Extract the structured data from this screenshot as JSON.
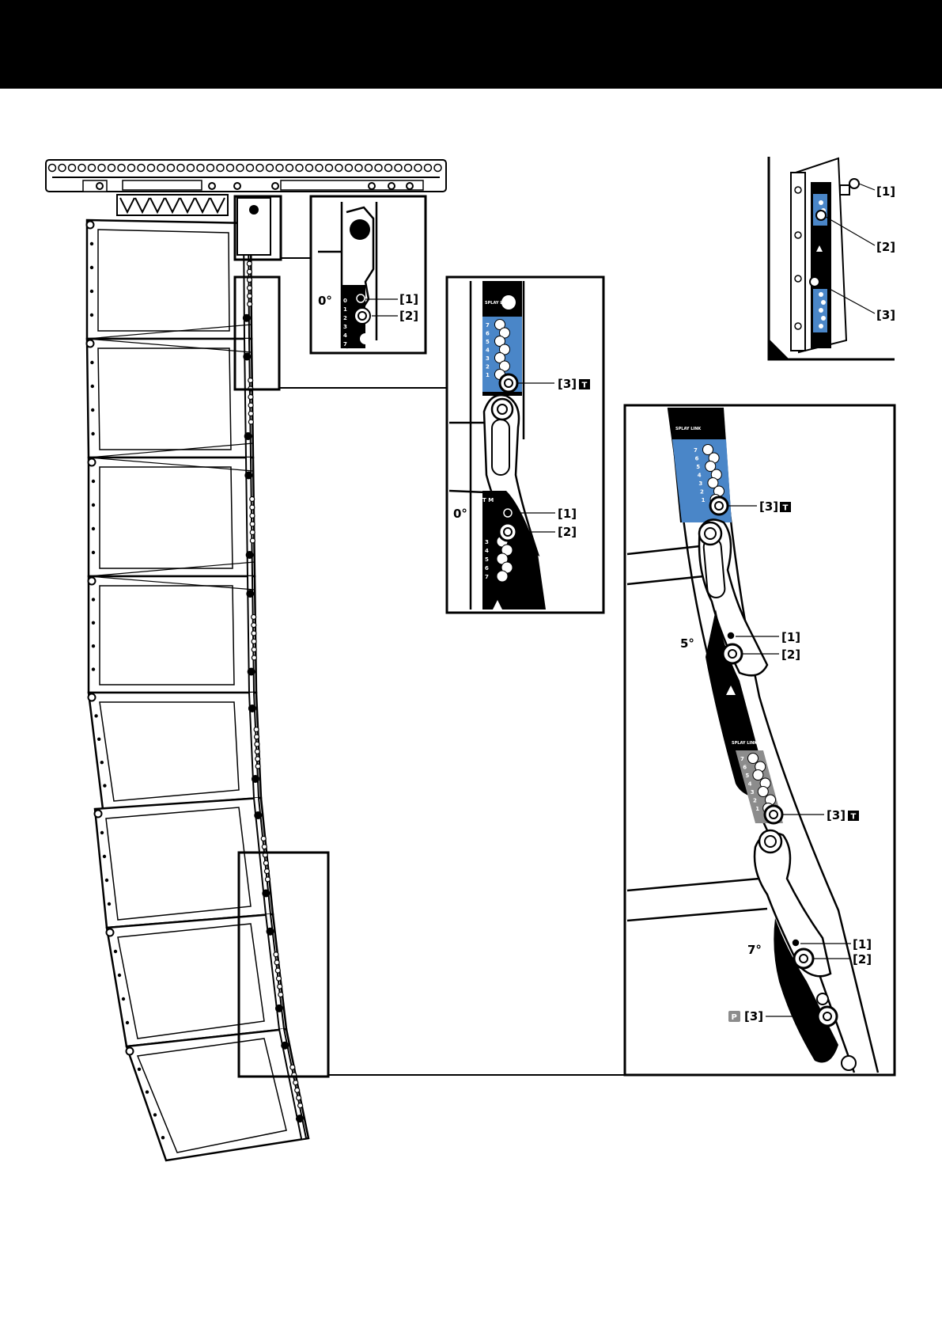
{
  "colors": {
    "header": "#000000",
    "accent_blue": "#4a86c8",
    "accent_gray": "#8c8c8c",
    "line": "#000000",
    "background": "#ffffff"
  },
  "icons": [
    "warning-triangle-icon",
    "badge-t-icon",
    "badge-p-icon"
  ],
  "detail_a": {
    "angle": "0°",
    "label_1": "[1]",
    "label_2": "[2]"
  },
  "detail_b": {
    "label_3": "[3]",
    "badge_t": "T",
    "angle": "0°",
    "label_1": "[1]",
    "label_2": "[2]",
    "panel_text": "SPLAY LINK"
  },
  "detail_c": {
    "label_1": "[1]",
    "label_2": "[2]",
    "label_3": "[3]"
  },
  "detail_d": {
    "label_3_top": "[3]",
    "badge_t_top": "T",
    "angle_5": "5°",
    "label_1_a": "[1]",
    "label_2_a": "[2]",
    "label_3_mid": "[3]",
    "badge_t_mid": "T",
    "angle_7": "7°",
    "label_1_b": "[1]",
    "label_2_b": "[2]",
    "badge_p": "P",
    "label_3_bottom": "[3]",
    "panel_text": "SPLAY LINK"
  },
  "hole_numbers": [
    "7",
    "6",
    "5",
    "4",
    "3",
    "2",
    "1",
    "0"
  ],
  "hole_numbers_rev": [
    "0",
    "1",
    "2",
    "3",
    "4",
    "5",
    "6",
    "7"
  ]
}
